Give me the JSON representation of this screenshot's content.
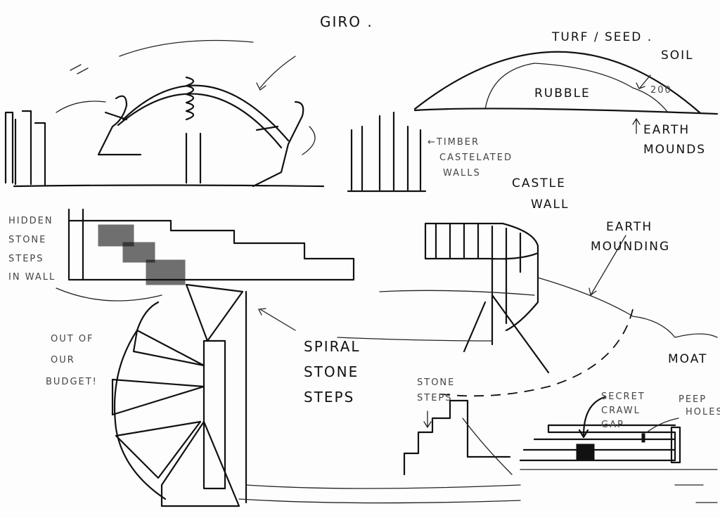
{
  "labels": {
    "giro": "GIRO .",
    "turf_seed": "TURF / SEED .",
    "soil": "SOIL",
    "rubble": "RUBBLE",
    "dimension": "200",
    "earth_mounds": [
      "EARTH",
      "MOUNDS"
    ],
    "timber_walls": [
      "←TIMBER",
      "CASTELATED",
      "WALLS"
    ],
    "castle_wall": [
      "CASTLE",
      "WALL"
    ],
    "hidden_steps": [
      "HIDDEN",
      "STONE",
      "STEPS",
      "IN WALL"
    ],
    "earth_mounding": [
      "EARTH",
      "MOUNDING"
    ],
    "out_of_budget": [
      "OUT OF",
      "OUR",
      "BUDGET!"
    ],
    "spiral_steps": [
      "SPIRAL",
      "STONE",
      "STEPS"
    ],
    "stone_steps": [
      "STONE",
      "STEPS"
    ],
    "moat": "MOAT",
    "secret_gap": [
      "SECRET",
      "CRAWL",
      "GAP"
    ],
    "peep_holes": [
      "PEEP",
      "HOLES"
    ]
  }
}
